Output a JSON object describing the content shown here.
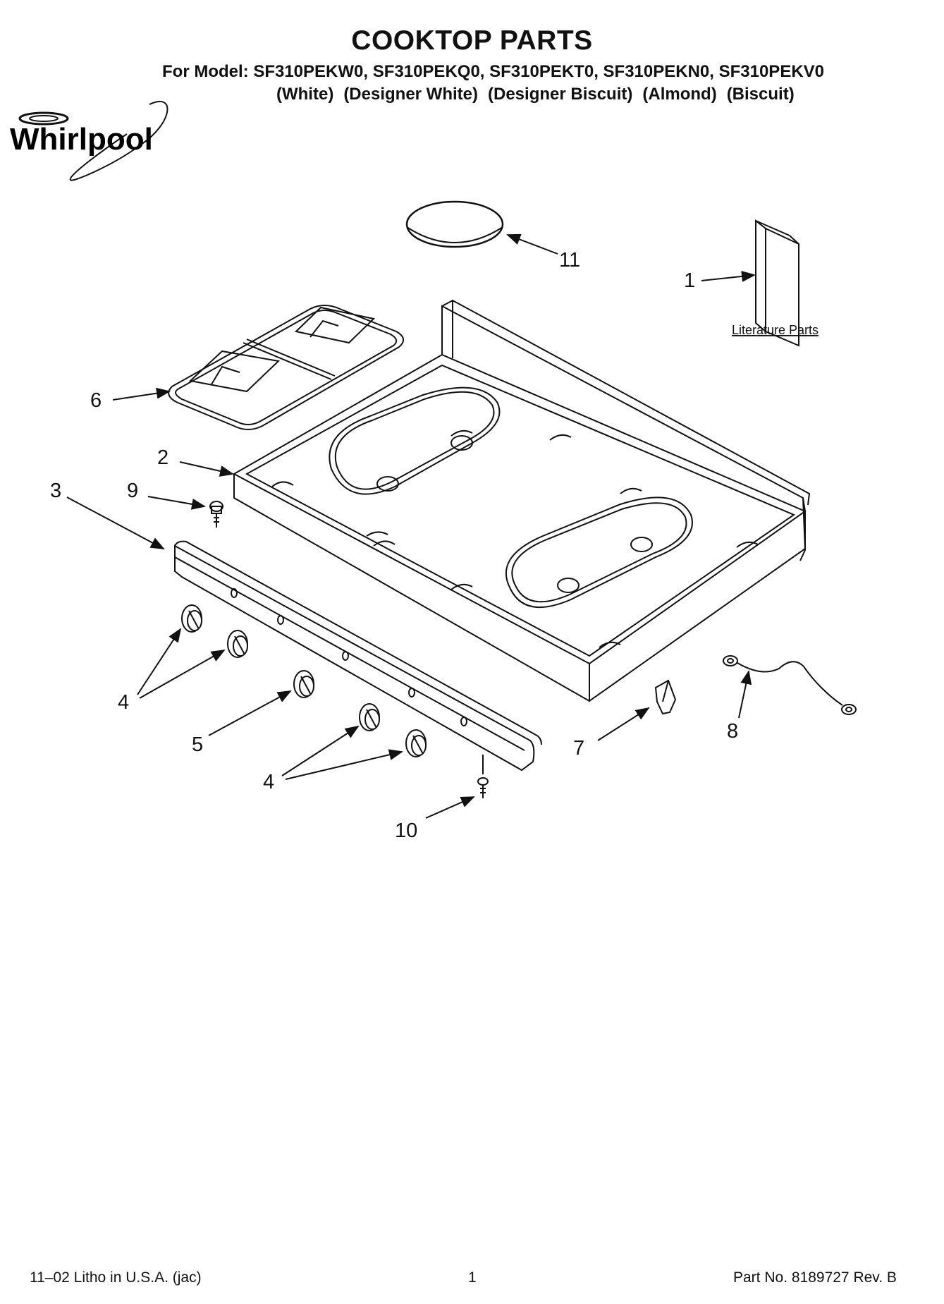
{
  "header": {
    "title": "COOKTOP PARTS",
    "models_line": "For Model: SF310PEKW0, SF310PEKQ0, SF310PEKT0, SF310PEKN0, SF310PEKV0",
    "colors": [
      "(White)",
      "(Designer White)",
      "(Designer Biscuit)",
      "(Almond)",
      "(Biscuit)"
    ]
  },
  "logo": {
    "text": "Whirlpool"
  },
  "diagram": {
    "callouts": {
      "c1": "1",
      "c2": "2",
      "c3": "3",
      "c4a": "4",
      "c4b": "4",
      "c5": "5",
      "c6": "6",
      "c7": "7",
      "c8": "8",
      "c9": "9",
      "c10": "10",
      "c11": "11"
    },
    "literature_label": "Literature Parts"
  },
  "footer": {
    "left": "11–02 Litho in U.S.A. (jac)",
    "center": "1",
    "right": "Part No. 8189727 Rev. B"
  }
}
